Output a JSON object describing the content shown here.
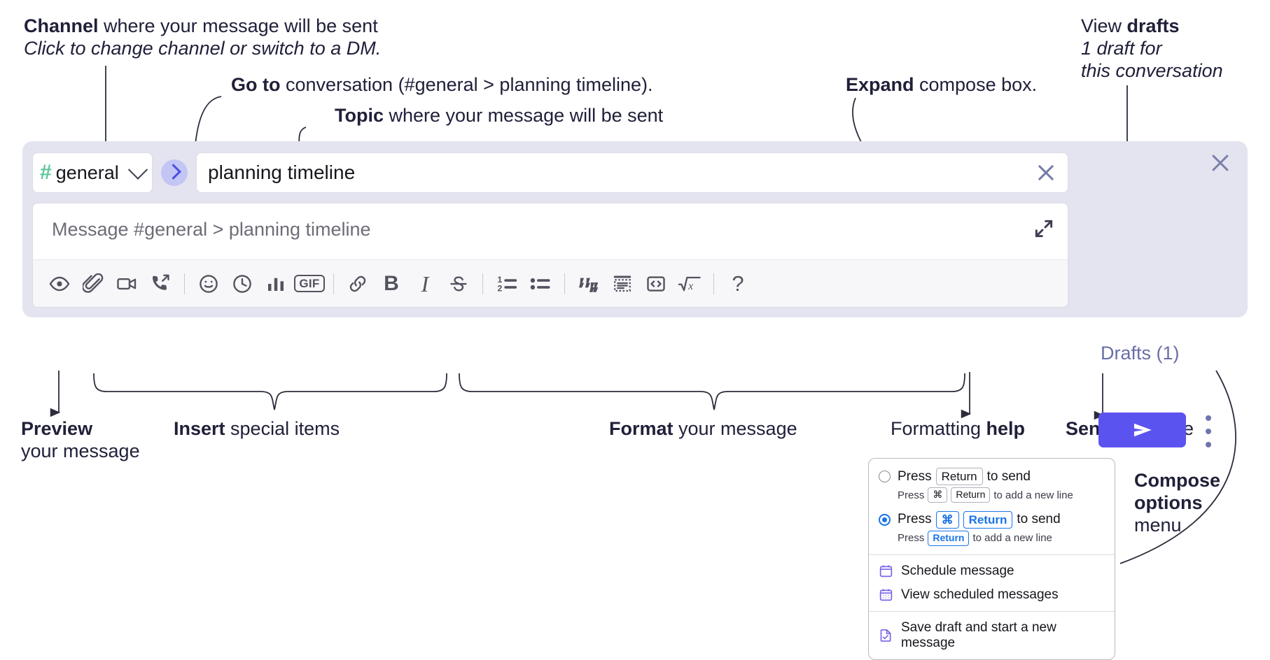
{
  "annotations": {
    "channel": {
      "strong": "Channel",
      "rest": " where your message will be sent",
      "italic": "Click to change channel or switch to a DM."
    },
    "goto": {
      "strong": "Go to",
      "rest": " conversation (#general > planning timeline)."
    },
    "topic": {
      "strong": "Topic",
      "rest": " where your message will be sent"
    },
    "expand": {
      "strong": "Expand",
      "rest": " compose box."
    },
    "drafts": {
      "plain": "View ",
      "strong": "drafts",
      "italic1": "1 draft for",
      "italic2": "this conversation"
    },
    "preview": {
      "strong": "Preview",
      "line2": "your message"
    },
    "insert": {
      "strong": "Insert",
      "rest": " special items"
    },
    "format": {
      "strong": "Format",
      "rest": " your message"
    },
    "formatting_help": {
      "plain": "Formatting ",
      "strong": "help"
    },
    "send": {
      "strong": "Send",
      "rest": " message"
    },
    "compose_options": {
      "strong1": "Compose",
      "strong2": "options",
      "plain": "menu"
    }
  },
  "compose": {
    "close_label": "close-compose",
    "channel": {
      "hash": "#",
      "name": "general"
    },
    "goto_label": "Go to conversation",
    "topic": {
      "value": "planning timeline",
      "clear_label": "Clear topic"
    },
    "message": {
      "placeholder": "Message #general > planning timeline"
    },
    "expand_label": "Expand compose box",
    "drafts_label": "Drafts (1)",
    "send_label": "Send message",
    "more_label": "Compose options",
    "toolbar": [
      {
        "name": "preview-icon",
        "kind": "icon",
        "label": "Preview"
      },
      {
        "name": "attachment-icon",
        "kind": "icon",
        "label": "Attach file"
      },
      {
        "name": "video-icon",
        "kind": "icon",
        "label": "Record video clip"
      },
      {
        "name": "call-icon",
        "kind": "icon",
        "label": "Start a call"
      },
      {
        "name": "separator-1",
        "kind": "sep",
        "label": ""
      },
      {
        "name": "emoji-icon",
        "kind": "icon",
        "label": "Emoji"
      },
      {
        "name": "clock-icon",
        "kind": "icon",
        "label": "Reminder"
      },
      {
        "name": "poll-icon",
        "kind": "icon",
        "label": "Poll"
      },
      {
        "name": "gif-icon",
        "kind": "text",
        "label": "GIF"
      },
      {
        "name": "separator-2",
        "kind": "sep",
        "label": ""
      },
      {
        "name": "link-icon",
        "kind": "icon",
        "label": "Link"
      },
      {
        "name": "bold-icon",
        "kind": "text",
        "label": "B"
      },
      {
        "name": "italic-icon",
        "kind": "text",
        "label": "I"
      },
      {
        "name": "strikethrough-icon",
        "kind": "icon",
        "label": "Strikethrough"
      },
      {
        "name": "separator-3",
        "kind": "sep",
        "label": ""
      },
      {
        "name": "ordered-list-icon",
        "kind": "icon",
        "label": "Ordered list"
      },
      {
        "name": "bulleted-list-icon",
        "kind": "icon",
        "label": "Bulleted list"
      },
      {
        "name": "separator-4",
        "kind": "sep",
        "label": ""
      },
      {
        "name": "blockquote-icon",
        "kind": "icon",
        "label": "Blockquote"
      },
      {
        "name": "code-block-icon",
        "kind": "icon",
        "label": "Code block"
      },
      {
        "name": "code-icon",
        "kind": "icon",
        "label": "Code"
      },
      {
        "name": "latex-icon",
        "kind": "icon",
        "label": "Math"
      },
      {
        "name": "separator-5",
        "kind": "sep",
        "label": ""
      },
      {
        "name": "help-icon",
        "kind": "text",
        "label": "?"
      }
    ]
  },
  "options_menu": {
    "send_options": [
      {
        "selected": false,
        "main_pre": "Press",
        "main_key": "Return",
        "main_post": "to send",
        "sub_pre": "Press",
        "sub_key1": "⌘",
        "sub_key2": "Return",
        "sub_post": "to add a new line"
      },
      {
        "selected": true,
        "main_pre": "Press",
        "main_key1": "⌘",
        "main_key2": "Return",
        "main_post": "to send",
        "sub_pre": "Press",
        "sub_key": "Return",
        "sub_post": "to add a new line"
      }
    ],
    "items_group_1": [
      {
        "icon": "calendar-icon",
        "label": "Schedule message"
      },
      {
        "icon": "calendar-grid-icon",
        "label": "View scheduled messages"
      }
    ],
    "items_group_2": [
      {
        "icon": "save-draft-icon",
        "label": "Save draft and start a new message"
      }
    ]
  },
  "colors": {
    "panel_bg": "#e3e4f0",
    "send_button": "#5b53f0",
    "drafts_text": "#6a6fa8",
    "hash_green": "#5fc79a",
    "goto_bg": "#c3c6f4",
    "accent_blue": "#1a73e8",
    "menu_icon_purple": "#7b62e8"
  }
}
